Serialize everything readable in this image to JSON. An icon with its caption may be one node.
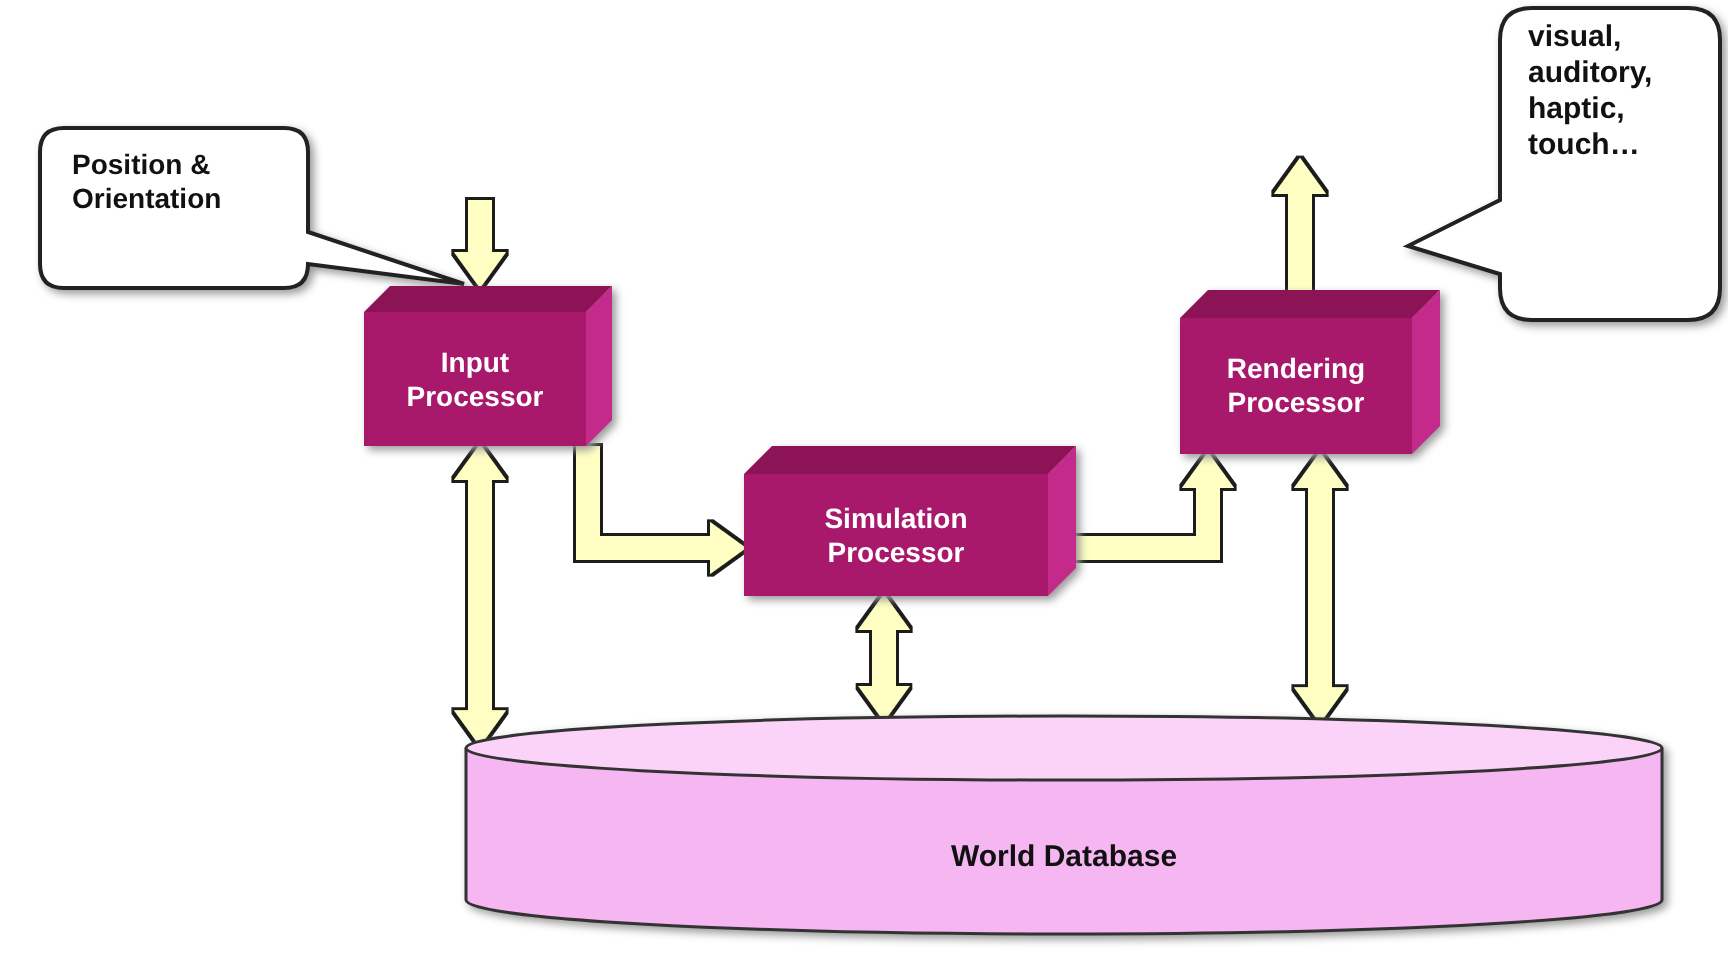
{
  "diagram": {
    "nodes": [
      {
        "text": [
          "Position & Orientation"
        ]
      },
      {
        "text": [
          "Input Processor"
        ]
      },
      {
        "text": [
          "Simulation Processor"
        ]
      },
      {
        "text": [
          "Rendering Processor"
        ]
      },
      {
        "text": [
          "visual, auditory, haptic, touch…"
        ]
      },
      {
        "text": [
          "World Database"
        ]
      }
    ],
    "edges": [
      {
        "from": null,
        "to": 1,
        "arrow": "to"
      },
      {
        "from": 1,
        "to": 2,
        "arrow": "to"
      },
      {
        "from": 2,
        "to": 3,
        "arrow": "to"
      },
      {
        "from": 3,
        "to": null,
        "arrow": "to"
      },
      {
        "from": 1,
        "to": 5,
        "arrow": "both"
      },
      {
        "from": 2,
        "to": 5,
        "arrow": "both"
      },
      {
        "from": 3,
        "to": 5,
        "arrow": "both"
      }
    ]
  }
}
